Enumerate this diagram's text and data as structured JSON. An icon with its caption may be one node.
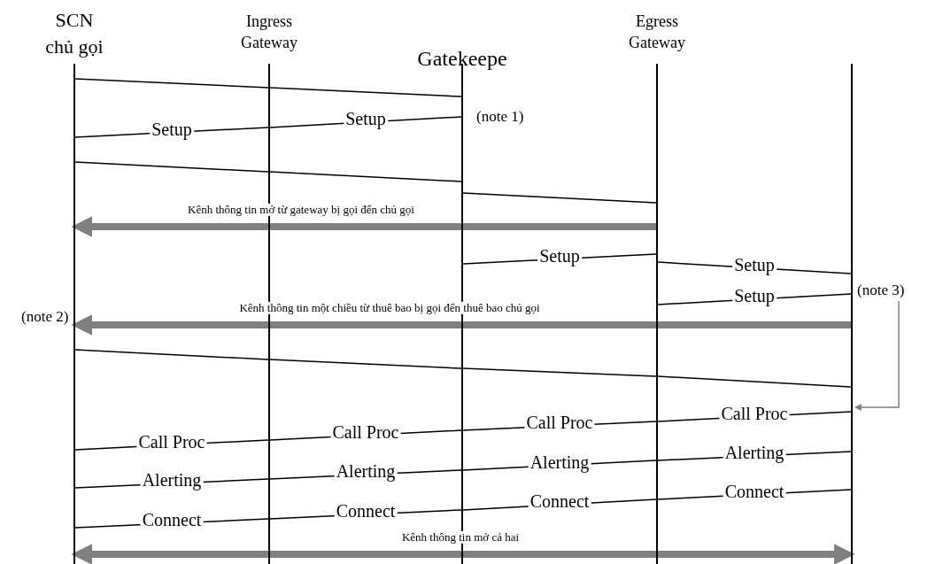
{
  "diagram": {
    "nodes": [
      {
        "text": [
          "SCN chủ gọi"
        ]
      },
      {
        "text": [
          "Ingress Gateway"
        ]
      },
      {
        "text": [
          "Gatekeepe"
        ]
      },
      {
        "text": [
          "Egress Gateway"
        ]
      },
      {
        "text": [],
        "shape": "bar"
      },
      {
        "text": [
          "(note 3)"
        ]
      }
    ],
    "edges": [
      {
        "from": 0,
        "to": 1,
        "arrow": "none"
      },
      {
        "from": 1,
        "to": 2,
        "arrow": "none"
      },
      {
        "from": 0,
        "to": 1,
        "arrow": "none",
        "label": "Setup"
      },
      {
        "from": 1,
        "to": 2,
        "arrow": "none",
        "label": "Setup"
      },
      {
        "from": 0,
        "to": 1,
        "arrow": "none"
      },
      {
        "from": 1,
        "to": 2,
        "arrow": "none"
      },
      {
        "from": 2,
        "to": 3,
        "arrow": "none"
      },
      {
        "from": 3,
        "to": 0,
        "arrow": "to",
        "style": "thick",
        "color": "#808080",
        "label": "Kênh thông tin mở từ gateway bị gọi đến chủ gọi"
      },
      {
        "from": 2,
        "to": 3,
        "arrow": "none",
        "label": "Setup"
      },
      {
        "from": 3,
        "to": 4,
        "arrow": "none",
        "label": "Setup"
      },
      {
        "from": 3,
        "to": 4,
        "arrow": "none",
        "label": "Setup"
      },
      {
        "from": 4,
        "to": 0,
        "arrow": "to",
        "style": "thick",
        "color": "#808080",
        "label": "Kênh thông tin một chiều từ thuê bao bị gọi đến thuê bao chủ gọi"
      },
      {
        "from": 0,
        "to": 1,
        "arrow": "none"
      },
      {
        "from": 1,
        "to": 2,
        "arrow": "none"
      },
      {
        "from": 2,
        "to": 3,
        "arrow": "none"
      },
      {
        "from": 3,
        "to": 4,
        "arrow": "none"
      },
      {
        "from": 0,
        "to": 1,
        "arrow": "none",
        "label": "Call Proc"
      },
      {
        "from": 1,
        "to": 2,
        "arrow": "none",
        "label": "Call Proc"
      },
      {
        "from": 2,
        "to": 3,
        "arrow": "none",
        "label": "Call Proc"
      },
      {
        "from": 3,
        "to": 4,
        "arrow": "none",
        "label": "Call Proc"
      },
      {
        "from": 0,
        "to": 1,
        "arrow": "none",
        "label": "Alerting"
      },
      {
        "from": 1,
        "to": 2,
        "arrow": "none",
        "label": "Alerting"
      },
      {
        "from": 2,
        "to": 3,
        "arrow": "none",
        "label": "Alerting"
      },
      {
        "from": 3,
        "to": 4,
        "arrow": "none",
        "label": "Alerting"
      },
      {
        "from": 0,
        "to": 1,
        "arrow": "none",
        "label": "Connect"
      },
      {
        "from": 1,
        "to": 2,
        "arrow": "none",
        "label": "Connect"
      },
      {
        "from": 2,
        "to": 3,
        "arrow": "none",
        "label": "Connect"
      },
      {
        "from": 3,
        "to": 4,
        "arrow": "none",
        "label": "Connect"
      },
      {
        "from": 0,
        "to": 4,
        "arrow": "both",
        "style": "thick",
        "color": "#808080",
        "label": "Kênh thông tin mở cả hai"
      },
      {
        "from": 5,
        "to": 4,
        "arrow": "to",
        "color": "#808080"
      }
    ],
    "labels": [
      "(note 1)",
      "(note 2)"
    ]
  }
}
